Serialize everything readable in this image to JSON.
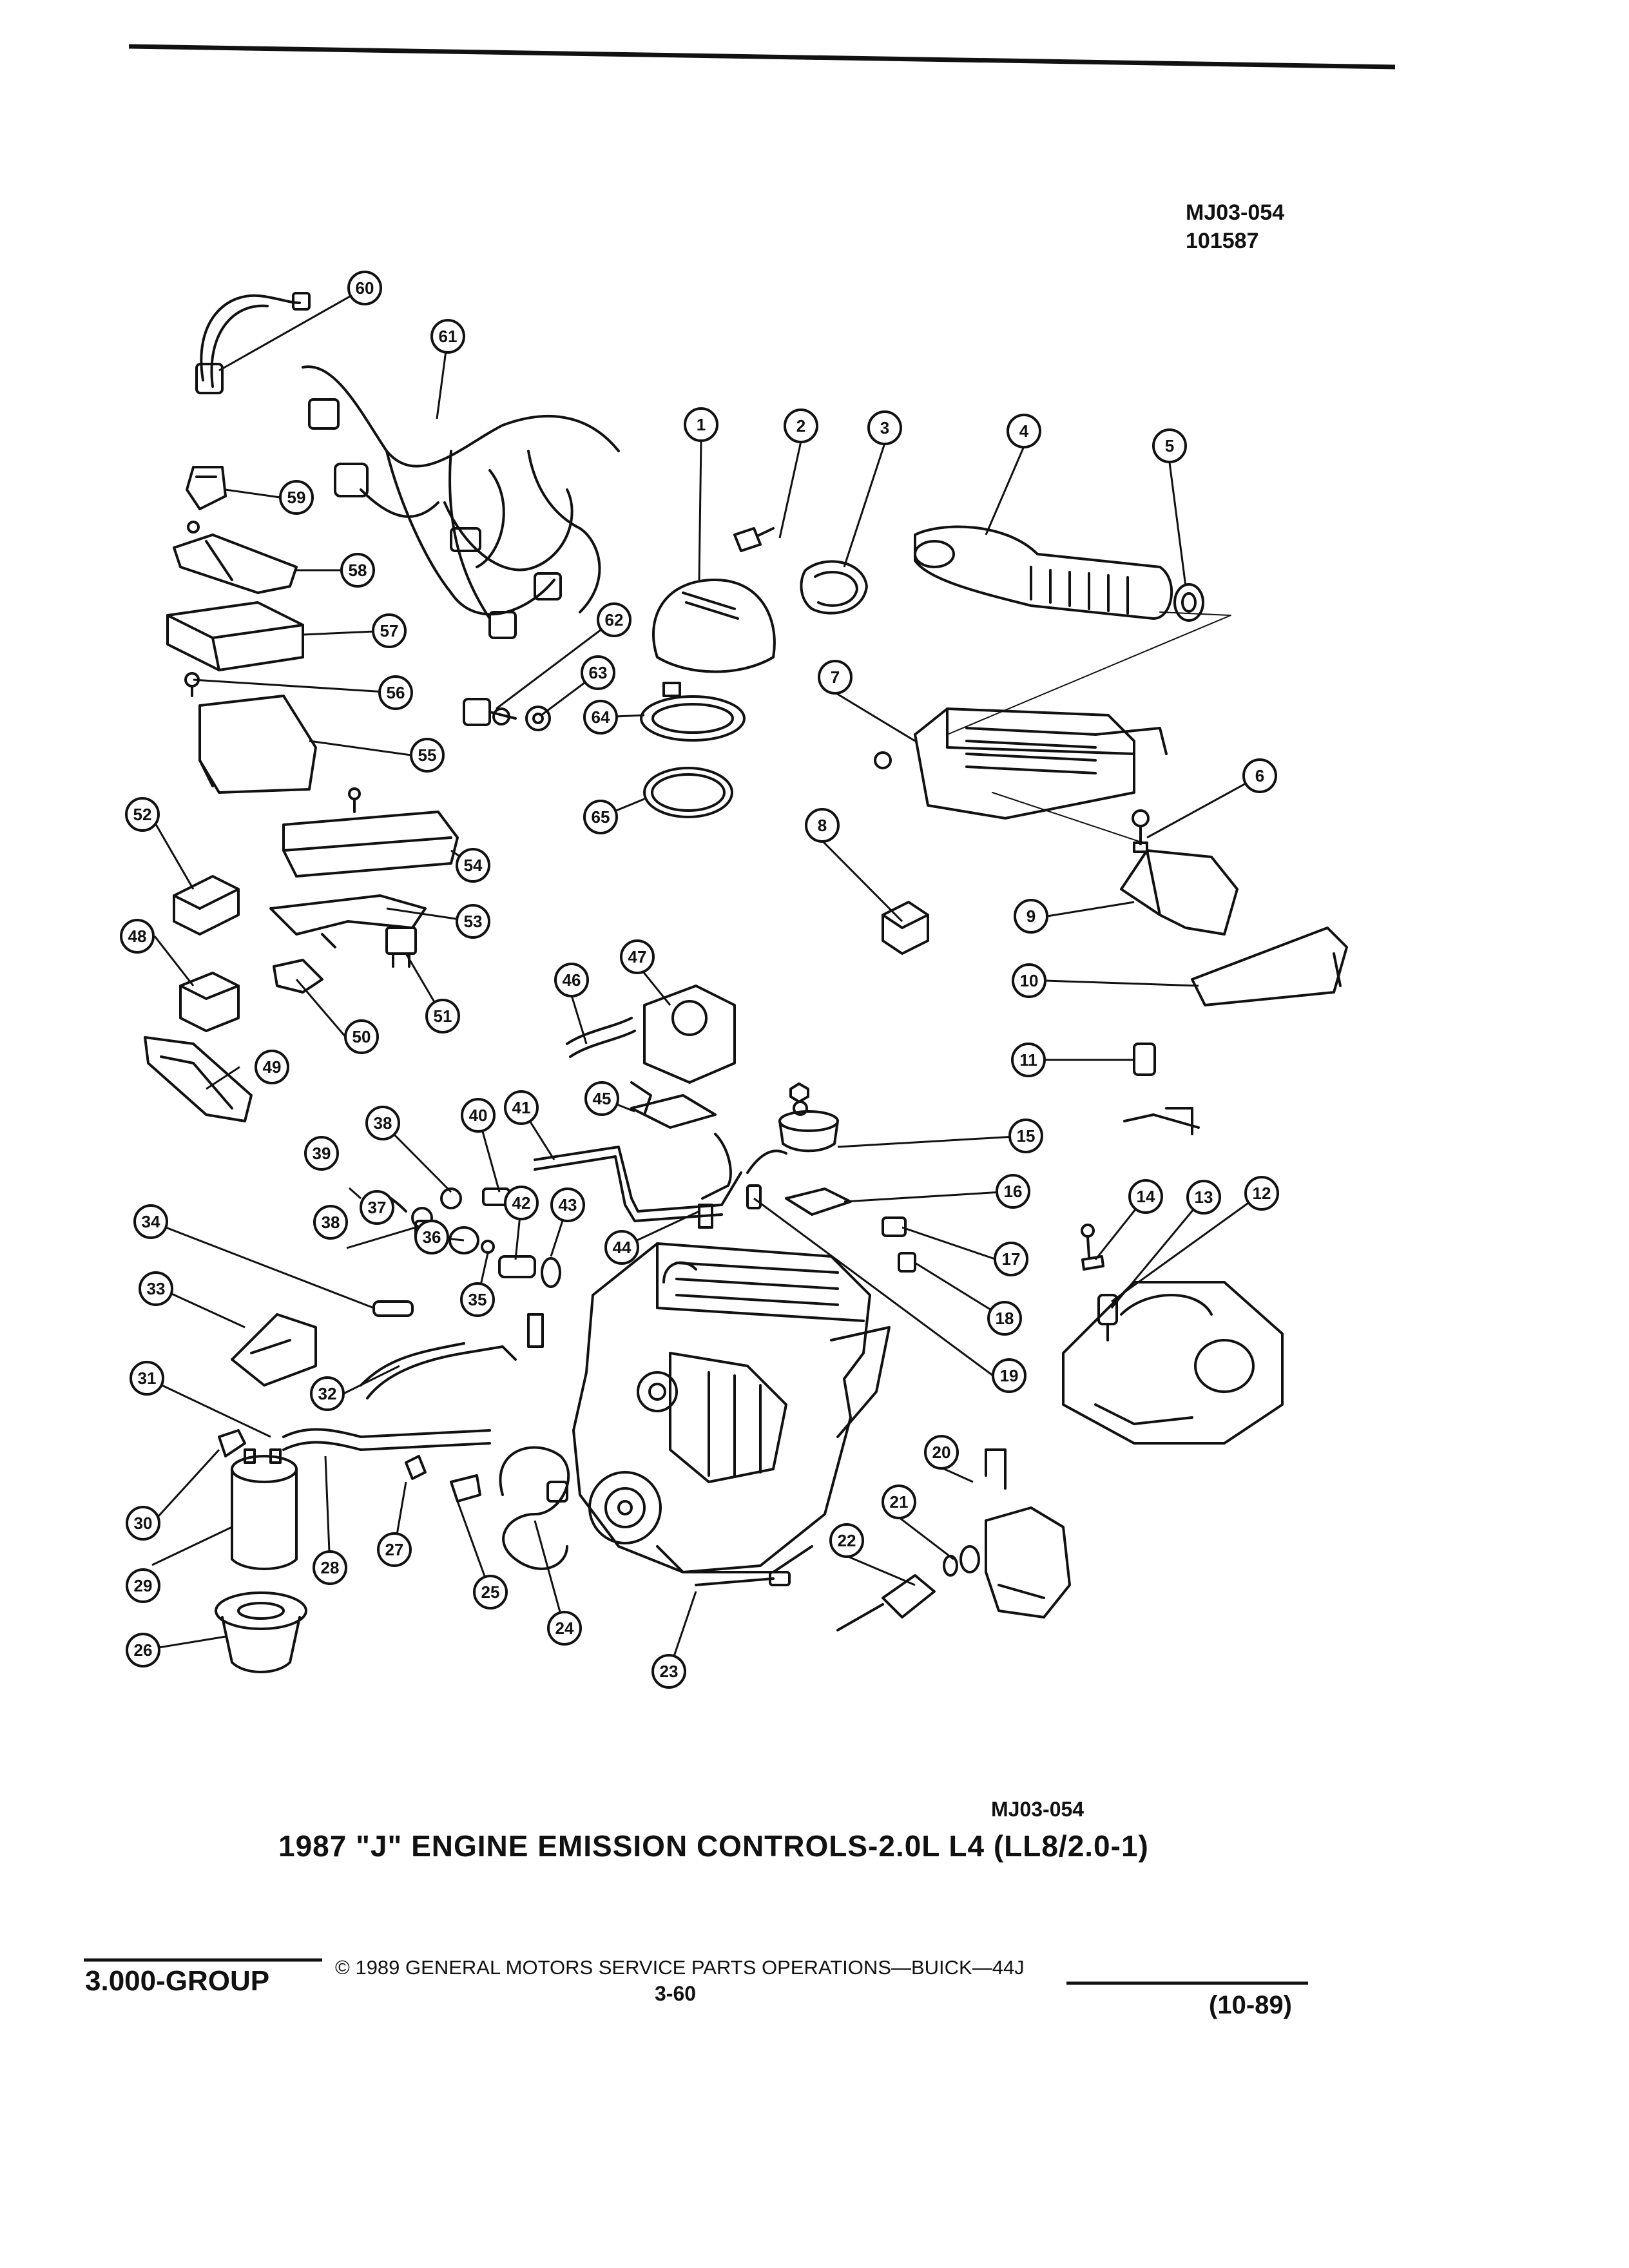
{
  "header": {
    "code": "MJ03-054",
    "number": "101587"
  },
  "diagram": {
    "caption_code": "MJ03-054",
    "title": "1987 \"J\" ENGINE EMISSION CONTROLS-2.0L L4 (LL8/2.0-1)"
  },
  "callouts": [
    "1",
    "2",
    "3",
    "4",
    "5",
    "6",
    "7",
    "8",
    "9",
    "10",
    "11",
    "12",
    "13",
    "14",
    "15",
    "16",
    "17",
    "18",
    "19",
    "20",
    "21",
    "22",
    "23",
    "24",
    "25",
    "26",
    "27",
    "28",
    "29",
    "30",
    "31",
    "32",
    "33",
    "34",
    "35",
    "36",
    "37",
    "38",
    "38",
    "39",
    "40",
    "41",
    "42",
    "43",
    "44",
    "45",
    "46",
    "47",
    "48",
    "49",
    "50",
    "51",
    "52",
    "53",
    "54",
    "55",
    "56",
    "57",
    "58",
    "59",
    "60",
    "61",
    "62",
    "63",
    "64",
    "65"
  ],
  "footer": {
    "group": "3.000-GROUP",
    "copyright": "© 1989 GENERAL MOTORS SERVICE PARTS OPERATIONS—BUICK—44J",
    "page": "3-60",
    "date": "(10-89)"
  },
  "colors": {
    "ink": "#111111",
    "paper": "#ffffff"
  }
}
